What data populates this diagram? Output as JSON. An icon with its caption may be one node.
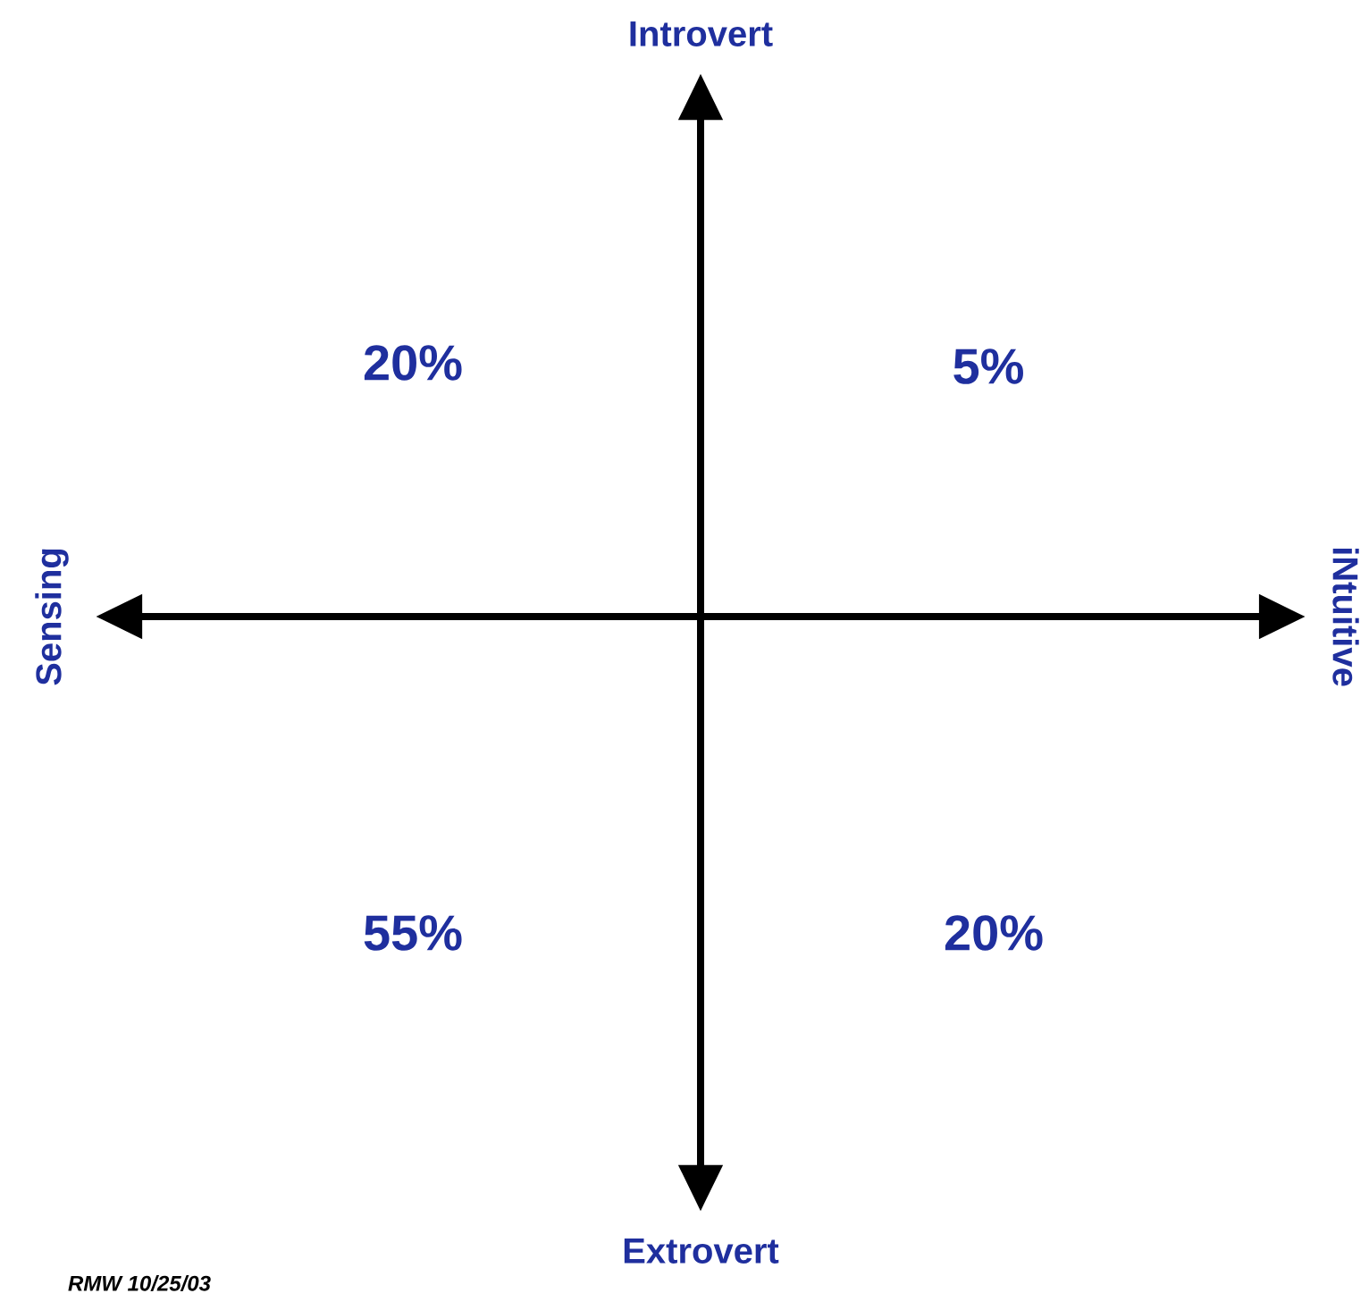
{
  "diagram": {
    "nodes": [
      {
        "text": [
          "Introvert"
        ]
      },
      {
        "text": [
          "Sensing"
        ]
      },
      {
        "text": [
          "iNtuitive"
        ]
      },
      {
        "text": [
          "Extrovert"
        ]
      }
    ],
    "edges": [
      {
        "from": 3,
        "to": 0,
        "arrow": "both"
      },
      {
        "from": 1,
        "to": 2,
        "arrow": "both"
      }
    ],
    "labels": [
      "20%",
      "5%",
      "55%",
      "20%",
      "RMW 10/25/03"
    ]
  }
}
